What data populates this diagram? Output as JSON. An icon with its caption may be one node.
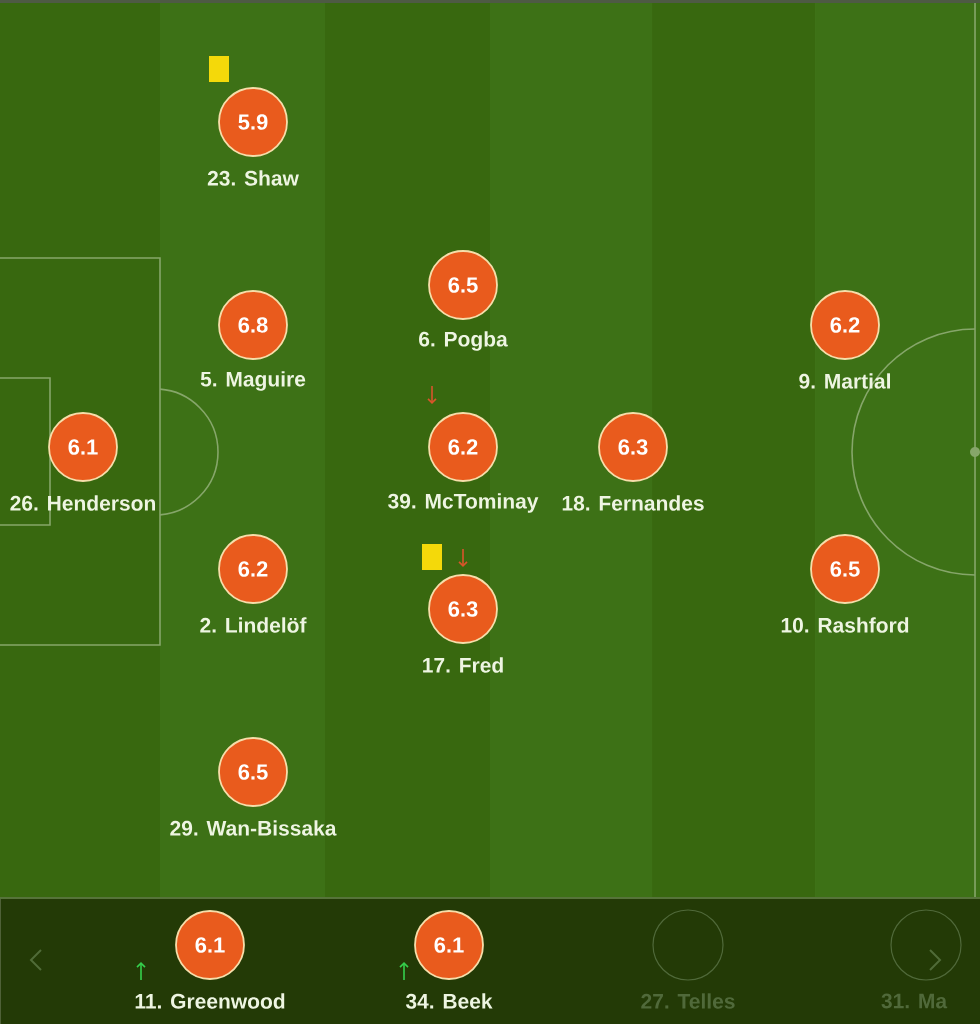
{
  "diagram": {
    "nodes": [
      {
        "text": [
          "5.9"
        ],
        "beside": [
          "23. Shaw"
        ]
      },
      {
        "text": [
          "6.5"
        ],
        "beside": [
          "6. Pogba"
        ]
      },
      {
        "text": [
          "6.8"
        ],
        "beside": [
          "5. Maguire"
        ]
      },
      {
        "text": [
          "6.2"
        ],
        "beside": [
          "9. Martial"
        ]
      },
      {
        "text": [
          "6.1"
        ],
        "beside": [
          "26. Henderson"
        ]
      },
      {
        "text": [
          "6.2"
        ],
        "beside": [
          "39. McTominay"
        ]
      },
      {
        "text": [
          "6.3"
        ],
        "beside": [
          "18. Fernandes"
        ]
      },
      {
        "text": [
          "6.2"
        ],
        "beside": [
          "2. Lindelöf"
        ]
      },
      {
        "text": [
          "6.5"
        ],
        "beside": [
          "10. Rashford"
        ]
      },
      {
        "text": [
          "6.3"
        ],
        "beside": [
          "17. Fred"
        ]
      },
      {
        "text": [
          "6.5"
        ],
        "beside": [
          "29. Wan-Bissaka"
        ]
      },
      {
        "text": [],
        "shape": "bar"
      },
      {
        "text": [
          "6.1"
        ],
        "beside": [
          "11. Greenwood"
        ],
        "in": 11
      },
      {
        "text": [
          "6.1"
        ],
        "beside": [
          "34. Beek"
        ],
        "in": 11
      },
      {
        "text": [],
        "shape": "circle",
        "beside": [
          "27. Telles"
        ],
        "in": 11
      },
      {
        "text": [],
        "shape": "circle",
        "beside": [
          "31. Ma"
        ],
        "in": 11
      }
    ]
  }
}
